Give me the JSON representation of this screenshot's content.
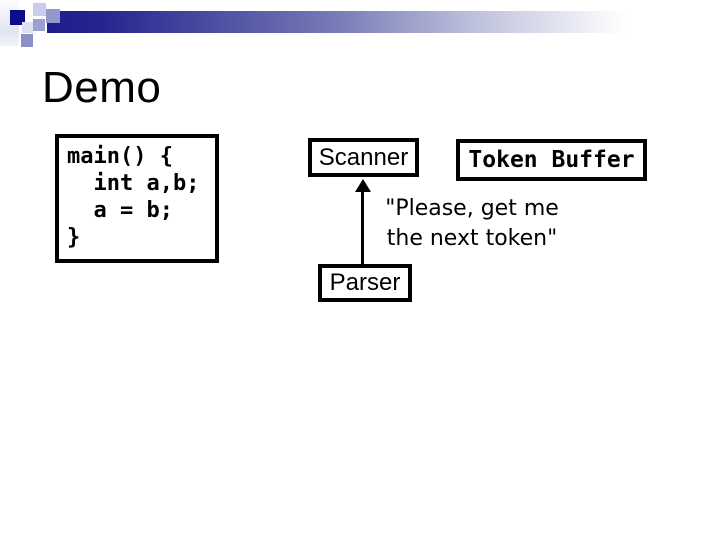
{
  "slide": {
    "title": "Demo",
    "background_color": "#ffffff",
    "accent_color": "#0d0d8c"
  },
  "code_box": {
    "lines": [
      "main() {",
      "  int a,b;",
      "  a = b;",
      "}"
    ]
  },
  "diagram": {
    "scanner_label": "Scanner",
    "token_buffer_label": "Token Buffer",
    "parser_label": "Parser",
    "arrow": "parser-to-scanner",
    "quote_line1": "\"Please, get me",
    "quote_line2": "the next token\""
  }
}
